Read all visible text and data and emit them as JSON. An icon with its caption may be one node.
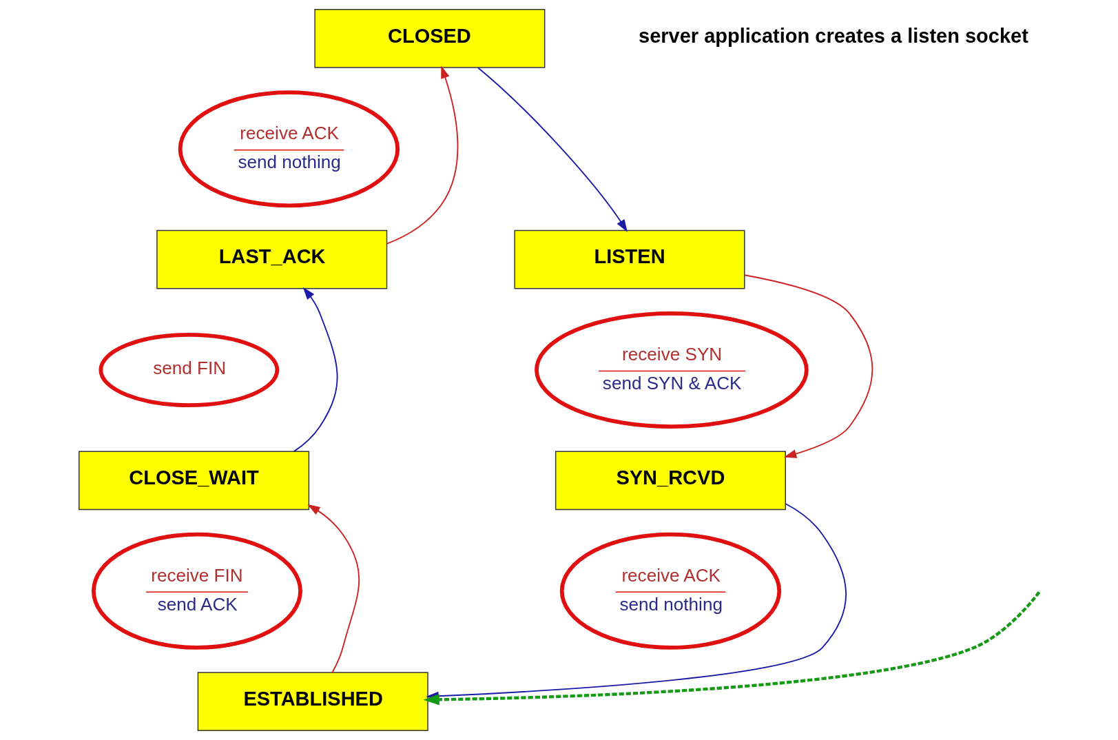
{
  "diagram": {
    "nodes": [
      {
        "text": [
          "CLOSED"
        ]
      },
      {
        "text": [
          "receive ACK",
          "send nothing"
        ]
      },
      {
        "text": [
          "LAST_ACK"
        ]
      },
      {
        "text": [
          "LISTEN"
        ]
      },
      {
        "text": [
          "receive SYN",
          "send SYN & ACK"
        ]
      },
      {
        "text": [
          "send FIN"
        ]
      },
      {
        "text": [
          "CLOSE_WAIT"
        ]
      },
      {
        "text": [
          "SYN_RCVD"
        ]
      },
      {
        "text": [
          "receive ACK",
          "send nothing"
        ]
      },
      {
        "text": [
          "receive FIN",
          "send ACK"
        ]
      },
      {
        "text": [
          "ESTABLISHED"
        ]
      }
    ],
    "edges": [
      {
        "from": 0,
        "to": 3,
        "arrow": "to",
        "color": "#1a1aa6"
      },
      {
        "from": 3,
        "to": 7,
        "arrow": "to",
        "color": "#cc2222"
      },
      {
        "from": 7,
        "to": 10,
        "arrow": "to",
        "color": "#1a1aa6"
      },
      {
        "from": 10,
        "to": 6,
        "arrow": "to",
        "color": "#cc2222"
      },
      {
        "from": 6,
        "to": 2,
        "arrow": "to",
        "color": "#1a1aa6"
      },
      {
        "from": 2,
        "to": 0,
        "arrow": "to",
        "color": "#cc2222"
      },
      {
        "from": null,
        "to": 10,
        "arrow": "to",
        "style": "dashed",
        "color": "#159a15"
      }
    ],
    "labels": [
      "server application creates a listen socket"
    ]
  }
}
